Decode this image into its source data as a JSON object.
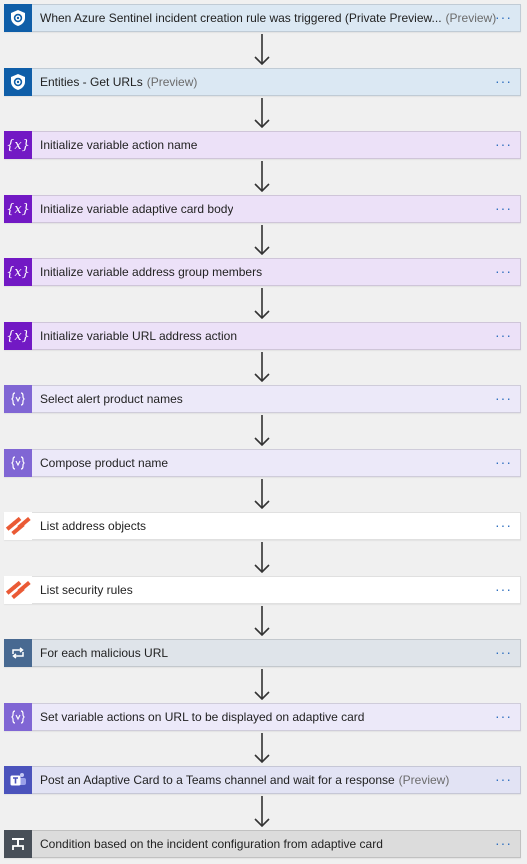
{
  "steps": [
    {
      "title": "When Azure Sentinel incident creation rule was triggered (Private Preview...",
      "suffix": "(Preview)",
      "icon": "sentinel-icon",
      "bg": "#dbe8f3",
      "icon_bg": "#0f5ea8"
    },
    {
      "title": "Entities - Get URLs",
      "suffix": "(Preview)",
      "icon": "sentinel-icon",
      "bg": "#dbe8f3",
      "icon_bg": "#0f5ea8"
    },
    {
      "title": "Initialize variable action name",
      "suffix": "",
      "icon": "variable-icon",
      "bg": "#ece1f8",
      "icon_bg": "#7219c4"
    },
    {
      "title": "Initialize variable adaptive card body",
      "suffix": "",
      "icon": "variable-icon",
      "bg": "#ece1f8",
      "icon_bg": "#7219c4"
    },
    {
      "title": "Initialize variable address group members",
      "suffix": "",
      "icon": "variable-icon",
      "bg": "#ece1f8",
      "icon_bg": "#7219c4"
    },
    {
      "title": "Initialize variable URL address action",
      "suffix": "",
      "icon": "variable-icon",
      "bg": "#ece1f8",
      "icon_bg": "#7219c4"
    },
    {
      "title": "Select alert product names",
      "suffix": "",
      "icon": "data-operation-icon",
      "bg": "#ece9f9",
      "icon_bg": "#8066d4"
    },
    {
      "title": "Compose product name",
      "suffix": "",
      "icon": "data-operation-icon",
      "bg": "#ece9f9",
      "icon_bg": "#8066d4"
    },
    {
      "title": "List address objects",
      "suffix": "",
      "icon": "paloalto-icon",
      "bg": "#ffffff",
      "icon_bg": "#ffffff"
    },
    {
      "title": "List security rules",
      "suffix": "",
      "icon": "paloalto-icon",
      "bg": "#ffffff",
      "icon_bg": "#ffffff"
    },
    {
      "title": "For each malicious URL",
      "suffix": "",
      "icon": "loop-icon",
      "bg": "#dfe4ea",
      "icon_bg": "#486991"
    },
    {
      "title": "Set variable actions on URL to be displayed on adaptive card",
      "suffix": "",
      "icon": "data-operation-icon",
      "bg": "#ece9f9",
      "icon_bg": "#8066d4"
    },
    {
      "title": "Post an Adaptive Card to a Teams channel and wait for a response",
      "suffix": "(Preview)",
      "icon": "teams-icon",
      "bg": "#e2e3f4",
      "icon_bg": "#4b53bc"
    },
    {
      "title": "Condition based on the incident configuration from adaptive card",
      "suffix": "",
      "icon": "condition-icon",
      "bg": "#dcdcdc",
      "icon_bg": "#484f58"
    }
  ],
  "more_label": "···",
  "colors": {
    "arrow": "#333333",
    "more": "#2f6fbf"
  }
}
